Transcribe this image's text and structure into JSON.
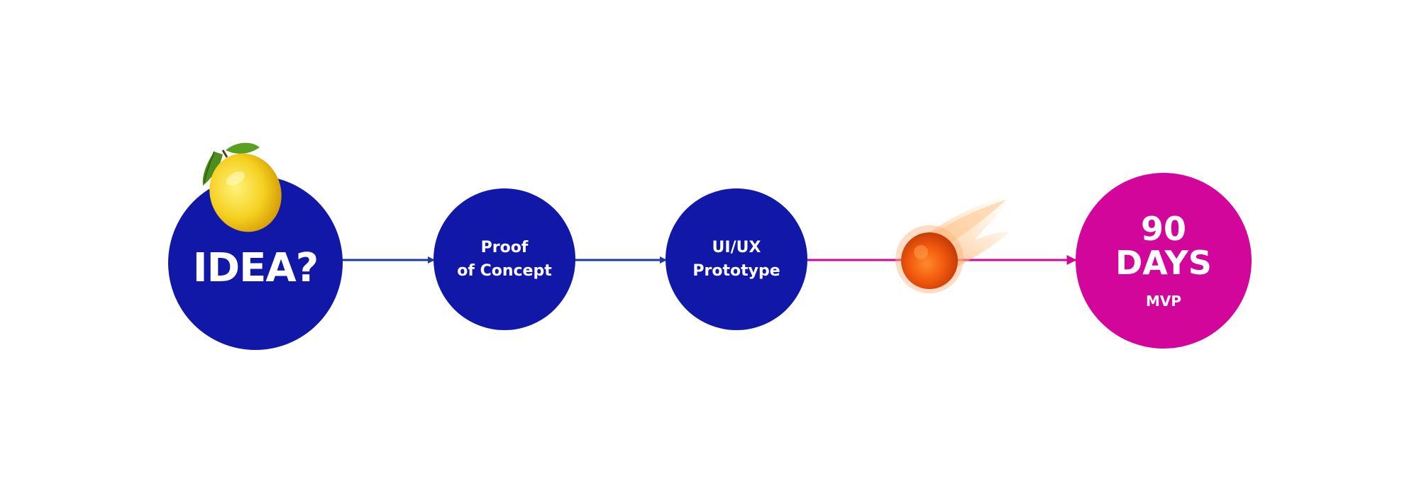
{
  "nodes": {
    "idea": {
      "label": "IDEA?"
    },
    "proof_of_concept": {
      "line1": "Proof",
      "line2": "of Concept"
    },
    "ui_ux_prototype": {
      "line1": "UI/UX",
      "line2": "Prototype"
    },
    "mvp": {
      "line1": "90",
      "line2": "DAYS",
      "line3": "MVP"
    }
  },
  "icons": {
    "lemon": "lemon-icon",
    "comet": "comet-icon"
  },
  "colors": {
    "blue": "#1118a8",
    "magenta": "#d2069b",
    "arrow_blue": "#1d3aa8",
    "arrow_magenta": "#d2069b"
  }
}
